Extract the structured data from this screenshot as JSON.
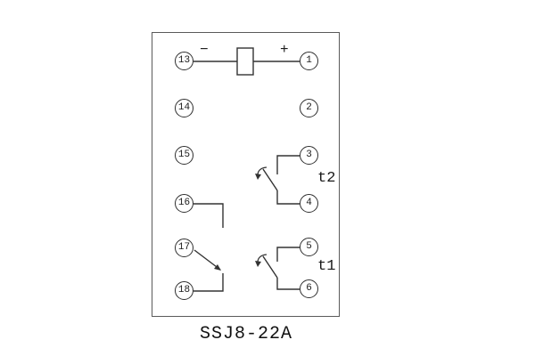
{
  "title": "SSJ8-22A",
  "diagram": {
    "polarity": {
      "minus": "−",
      "plus": "+"
    },
    "contact_labels": {
      "t2": "t2",
      "t1": "t1"
    },
    "terminals": {
      "left": [
        "13",
        "14",
        "15",
        "16",
        "17",
        "18"
      ],
      "right": [
        "1",
        "2",
        "3",
        "4",
        "5",
        "6"
      ]
    },
    "colors": {
      "line": "#333333",
      "background": "#ffffff"
    }
  }
}
